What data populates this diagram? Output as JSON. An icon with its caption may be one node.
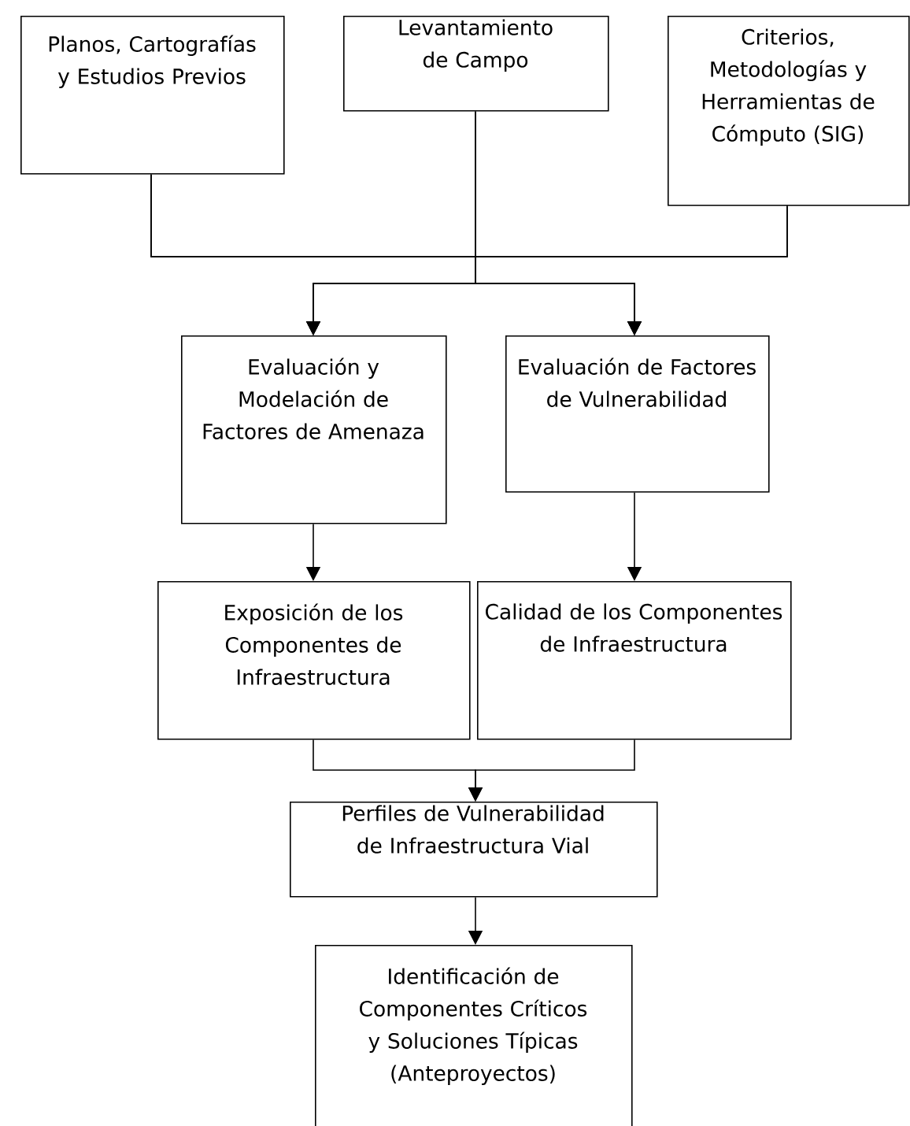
{
  "diagram": {
    "nodes": [
      {
        "text": [
          "Planos, Cartografías y Estudios Previos"
        ]
      },
      {
        "text": [
          "Levantamiento de Campo"
        ]
      },
      {
        "text": [
          "Criterios, Metodologías y Herramientas de Cómputo (SIG)"
        ]
      },
      {
        "text": [
          "Evaluación y Modelación de Factores de Amenaza"
        ]
      },
      {
        "text": [
          "Evaluación de Factores de Vulnerabilidad"
        ]
      },
      {
        "text": [
          "Exposición de los Componentes de Infraestructura"
        ]
      },
      {
        "text": [
          "Calidad de los Componentes de Infraestructura"
        ]
      },
      {
        "text": [
          "Perfiles de Vulnerabilidad de  Infraestructura Vial"
        ]
      },
      {
        "text": [
          "Identificación de Componentes Críticos y Soluciones Típicas (Anteproyectos)"
        ]
      }
    ],
    "edges": [
      {
        "from": 0,
        "to": 3,
        "arrow": "to"
      },
      {
        "from": 0,
        "to": 4,
        "arrow": "to"
      },
      {
        "from": 1,
        "to": 3,
        "arrow": "to"
      },
      {
        "from": 1,
        "to": 4,
        "arrow": "to"
      },
      {
        "from": 2,
        "to": 3,
        "arrow": "to"
      },
      {
        "from": 2,
        "to": 4,
        "arrow": "to"
      },
      {
        "from": 3,
        "to": 5,
        "arrow": "to"
      },
      {
        "from": 4,
        "to": 6,
        "arrow": "to"
      },
      {
        "from": 5,
        "to": 7,
        "arrow": "to"
      },
      {
        "from": 6,
        "to": 7,
        "arrow": "to"
      },
      {
        "from": 7,
        "to": 8,
        "arrow": "to"
      }
    ]
  }
}
